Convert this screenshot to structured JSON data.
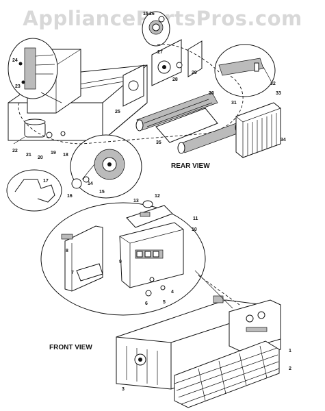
{
  "watermark": "AppliancePartsPros.com",
  "views": {
    "rear": "REAR VIEW",
    "front": "FRONT VIEW"
  },
  "part_labels": [
    "1",
    "2",
    "3",
    "4",
    "5",
    "6",
    "7",
    "8",
    "9",
    "10",
    "11",
    "12",
    "13",
    "14",
    "15",
    "16",
    "17",
    "18",
    "19",
    "20",
    "21",
    "22",
    "23",
    "24",
    "25",
    "26",
    "27",
    "28",
    "29",
    "30",
    "31",
    "32",
    "33",
    "34",
    "35",
    "15"
  ]
}
